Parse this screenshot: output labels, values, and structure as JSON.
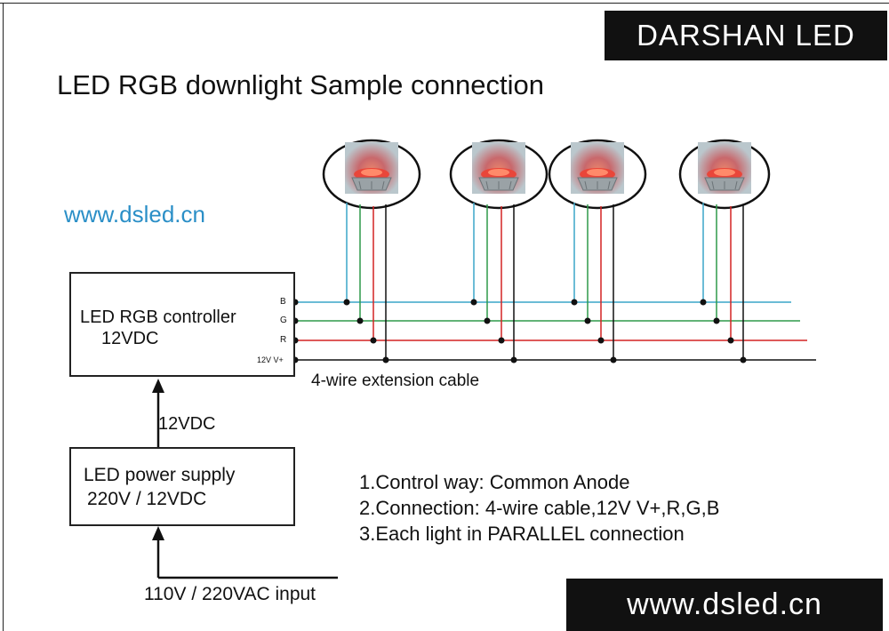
{
  "brand": "DARSHAN LED",
  "title": "LED RGB downlight Sample connection",
  "website": "www.dsled.cn",
  "controller": {
    "line1": "LED RGB controller",
    "line2": "12VDC",
    "terminals": [
      "B",
      "G",
      "R",
      "12V V+"
    ]
  },
  "cable_label": "4-wire extension cable",
  "dc_label": "12VDC",
  "power_supply": {
    "line1": "LED power supply",
    "line2": "220V / 12VDC"
  },
  "ac_input_label": "110V / 220VAC input",
  "notes": [
    "1.Control way: Common Anode",
    "2.Connection: 4-wire cable,12V V+,R,G,B",
    "3.Each light in PARALLEL connection"
  ],
  "footer_url": "www.dsled.cn",
  "colors": {
    "blue_wire": "#3aa6c8",
    "green_wire": "#2e9a4a",
    "red_wire": "#d42424",
    "black_wire": "#111111",
    "url_text": "#2b8fc7",
    "light_glow": "#e25a4a"
  },
  "icons": [
    "rgb-downlight-icon"
  ]
}
